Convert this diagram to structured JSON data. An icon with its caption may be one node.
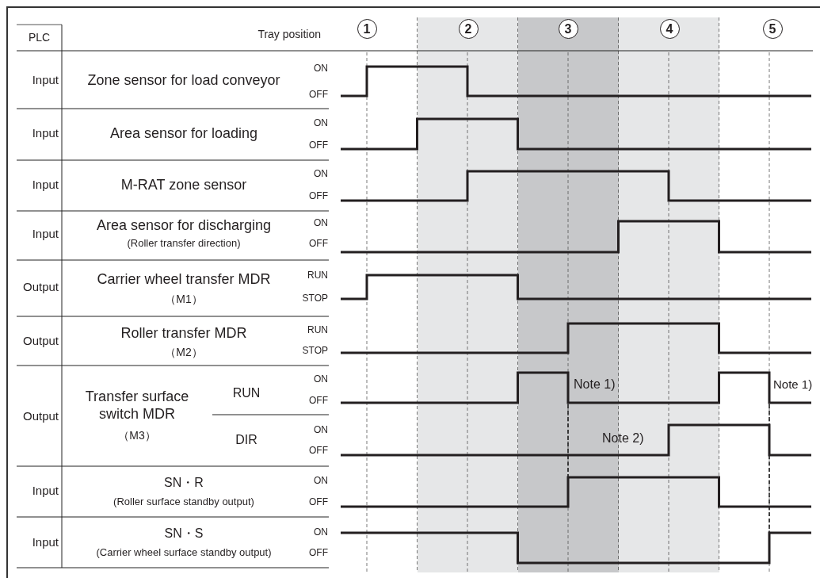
{
  "diagram": {
    "labels": [
      "PLC",
      "Tray position",
      "1",
      "2",
      "3",
      "4",
      "5",
      "Input",
      "Zone sensor for load conveyor",
      "ON",
      "OFF",
      "Input",
      "Area sensor for loading",
      "ON",
      "OFF",
      "Input",
      "M-RAT zone sensor",
      "ON",
      "OFF",
      "Input",
      "Area sensor for discharging",
      "(Roller transfer direction)",
      "ON",
      "OFF",
      "Output",
      "Carrier wheel transfer MDR",
      "（M1）",
      "RUN",
      "STOP",
      "Output",
      "Roller transfer MDR",
      "（M2）",
      "RUN",
      "STOP",
      "Output",
      "Transfer surface switch MDR",
      "（M3）",
      "RUN",
      "ON",
      "OFF",
      "DIR",
      "ON",
      "OFF",
      "Input",
      "SN・R",
      "(Roller surface standby output)",
      "ON",
      "OFF",
      "Input",
      "SN・S",
      "(Carrier wheel surface standby output)",
      "ON",
      "OFF",
      "Note 1)",
      "Note 1)",
      "Note 2)"
    ]
  }
}
